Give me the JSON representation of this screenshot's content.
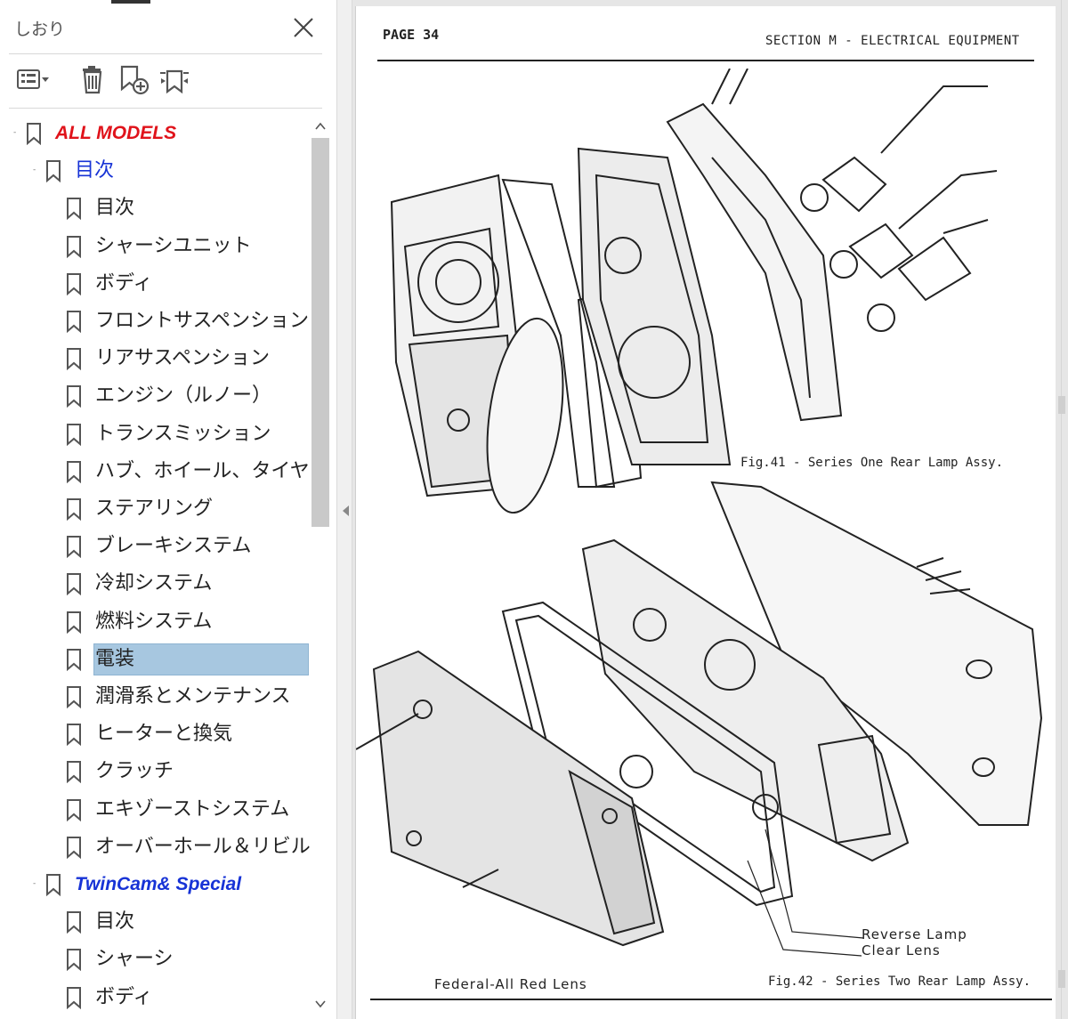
{
  "panel": {
    "title": "しおり",
    "tools": [
      "options-menu-icon",
      "delete-icon",
      "new-bookmark-icon",
      "expand-bookmark-icon"
    ]
  },
  "tree": [
    {
      "label": "ALL MODELS",
      "style": "red",
      "level": 0,
      "toggle": "-"
    },
    {
      "label": "目次",
      "style": "blue",
      "level": 1,
      "toggle": "-"
    },
    {
      "label": "目次",
      "style": "normal",
      "level": 2
    },
    {
      "label": "シャーシユニット",
      "style": "normal",
      "level": 2
    },
    {
      "label": "ボディ",
      "style": "normal",
      "level": 2
    },
    {
      "label": "フロントサスペンション",
      "style": "normal",
      "level": 2
    },
    {
      "label": "リアサスペンション",
      "style": "normal",
      "level": 2
    },
    {
      "label": "エンジン（ルノー）",
      "style": "normal",
      "level": 2
    },
    {
      "label": "トランスミッション",
      "style": "normal",
      "level": 2
    },
    {
      "label": "ハブ、ホイール、タイヤ",
      "style": "normal",
      "level": 2
    },
    {
      "label": "ステアリング",
      "style": "normal",
      "level": 2
    },
    {
      "label": "ブレーキシステム",
      "style": "normal",
      "level": 2
    },
    {
      "label": "冷却システム",
      "style": "normal",
      "level": 2
    },
    {
      "label": "燃料システム",
      "style": "normal",
      "level": 2
    },
    {
      "label": "電装",
      "style": "normal",
      "level": 2,
      "selected": true
    },
    {
      "label": "潤滑系とメンテナンス",
      "style": "normal",
      "level": 2
    },
    {
      "label": "ヒーターと換気",
      "style": "normal",
      "level": 2
    },
    {
      "label": "クラッチ",
      "style": "normal",
      "level": 2
    },
    {
      "label": "エキゾーストシステム",
      "style": "normal",
      "level": 2
    },
    {
      "label": "オーバーホール＆リビルト",
      "style": "normal",
      "level": 2
    },
    {
      "label": "TwinCam& Special",
      "style": "blueital",
      "level": 1,
      "toggle": "-"
    },
    {
      "label": "目次",
      "style": "normal",
      "level": 2
    },
    {
      "label": "シャーシ",
      "style": "normal",
      "level": 2
    },
    {
      "label": "ボディ",
      "style": "normal",
      "level": 2
    }
  ],
  "document": {
    "page_label": "PAGE 34",
    "section_title": "SECTION M - ELECTRICAL EQUIPMENT",
    "fig41_caption": "Fig.41 - Series One Rear Lamp Assy.",
    "fig42_caption": "Fig.42 - Series Two Rear Lamp Assy.",
    "reverse_lamp_label": "Reverse Lamp",
    "clear_lens_label": "Clear Lens",
    "federal_label": "Federal-All Red Lens"
  },
  "colors": {
    "all_models": "#e0131b",
    "section_blue": "#1733d6",
    "selection": "#a7c7e0"
  }
}
